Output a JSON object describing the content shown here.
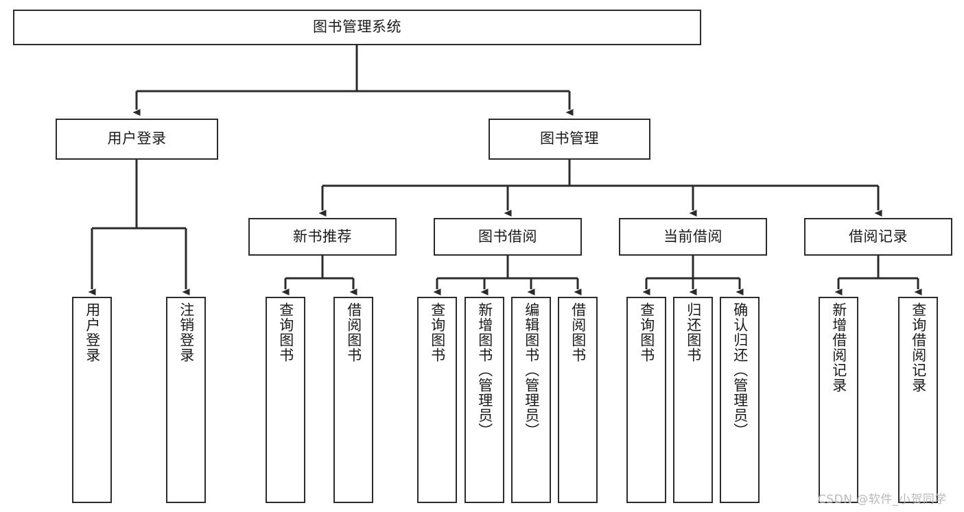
{
  "diagram": {
    "title": "图书管理系统",
    "type": "tree-hierarchy-diagram",
    "colors": {
      "box_border": "#2b2b2b",
      "box_fill": "#ffffff",
      "edge": "#2b2b2b",
      "background": "#ffffff",
      "watermark": "#b9b9b9"
    }
  },
  "root": {
    "label": "图书管理系统"
  },
  "level2": [
    {
      "label": "用户登录"
    },
    {
      "label": "图书管理"
    }
  ],
  "level3": [
    {
      "label": "新书推荐"
    },
    {
      "label": "图书借阅"
    },
    {
      "label": "当前借阅"
    },
    {
      "label": "借阅记录"
    }
  ],
  "leaves": {
    "user_login": [
      {
        "label": "用户登录"
      },
      {
        "label": "注销登录"
      }
    ],
    "new_book_recommend": [
      {
        "label": "查询图书"
      },
      {
        "label": "借阅图书"
      }
    ],
    "book_borrow": [
      {
        "label": "查询图书"
      },
      {
        "label": "新增图书（管理员）"
      },
      {
        "label": "编辑图书（管理员）"
      },
      {
        "label": "借阅图书"
      }
    ],
    "current_borrow": [
      {
        "label": "查询图书"
      },
      {
        "label": "归还图书"
      },
      {
        "label": "确认归还（管理员）"
      }
    ],
    "borrow_record": [
      {
        "label": "新增借阅记录"
      },
      {
        "label": "查询借阅记录"
      }
    ]
  },
  "watermark": {
    "text": "CSDN @软件_小贺同学"
  }
}
